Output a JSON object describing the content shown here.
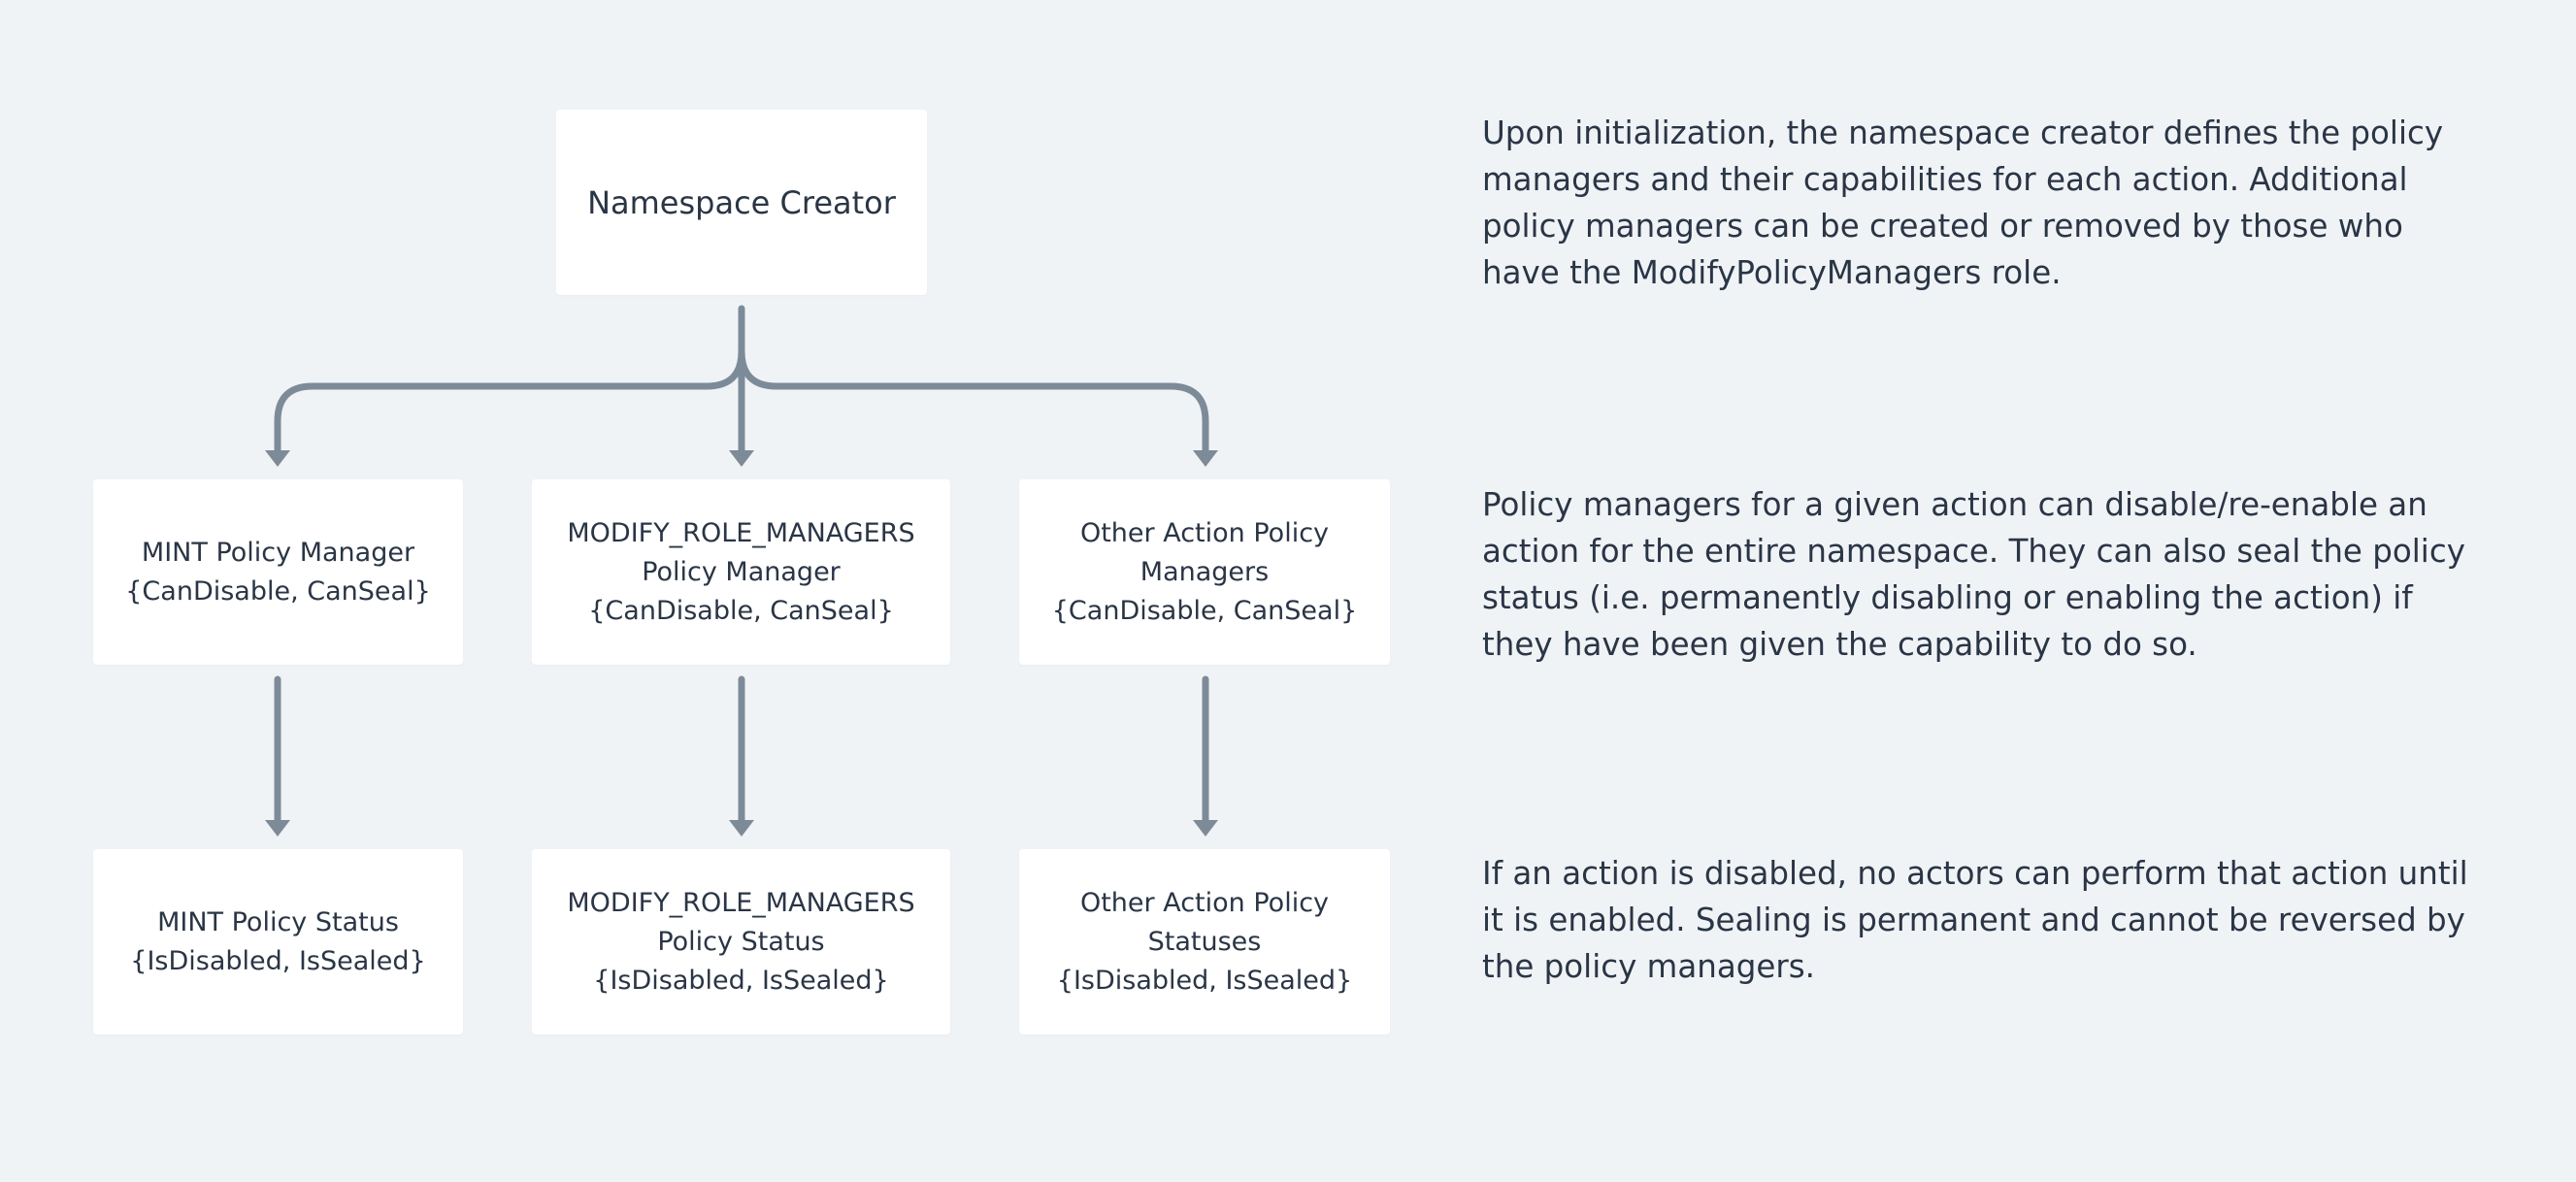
{
  "nodes": {
    "root": "Namespace Creator",
    "managers": [
      "MINT Policy Manager\n{CanDisable, CanSeal}",
      "MODIFY_ROLE_MANAGERS\nPolicy Manager\n{CanDisable, CanSeal}",
      "Other Action Policy\nManagers\n{CanDisable, CanSeal}"
    ],
    "statuses": [
      "MINT Policy Status\n{IsDisabled, IsSealed}",
      "MODIFY_ROLE_MANAGERS\nPolicy Status\n{IsDisabled, IsSealed}",
      "Other Action Policy\nStatuses\n{IsDisabled, IsSealed}"
    ]
  },
  "notes": [
    "Upon initialization, the namespace creator defines the policy managers and their capabilities for each action. Additional policy managers can be created or removed by those who have the ModifyPolicyManagers role.",
    "Policy managers for a given action can disable/re-enable an action for the entire namespace. They can also seal the policy status (i.e. permanently disabling or enabling the action) if they have been given the capability to do so.",
    "If an action is disabled, no actors can perform that action until it is enabled. Sealing is permanent and cannot be reversed by the policy managers."
  ],
  "colors": {
    "background": "#f0f3f6",
    "box": "#ffffff",
    "connector": "#7d8b99",
    "text": "#2a3545"
  }
}
